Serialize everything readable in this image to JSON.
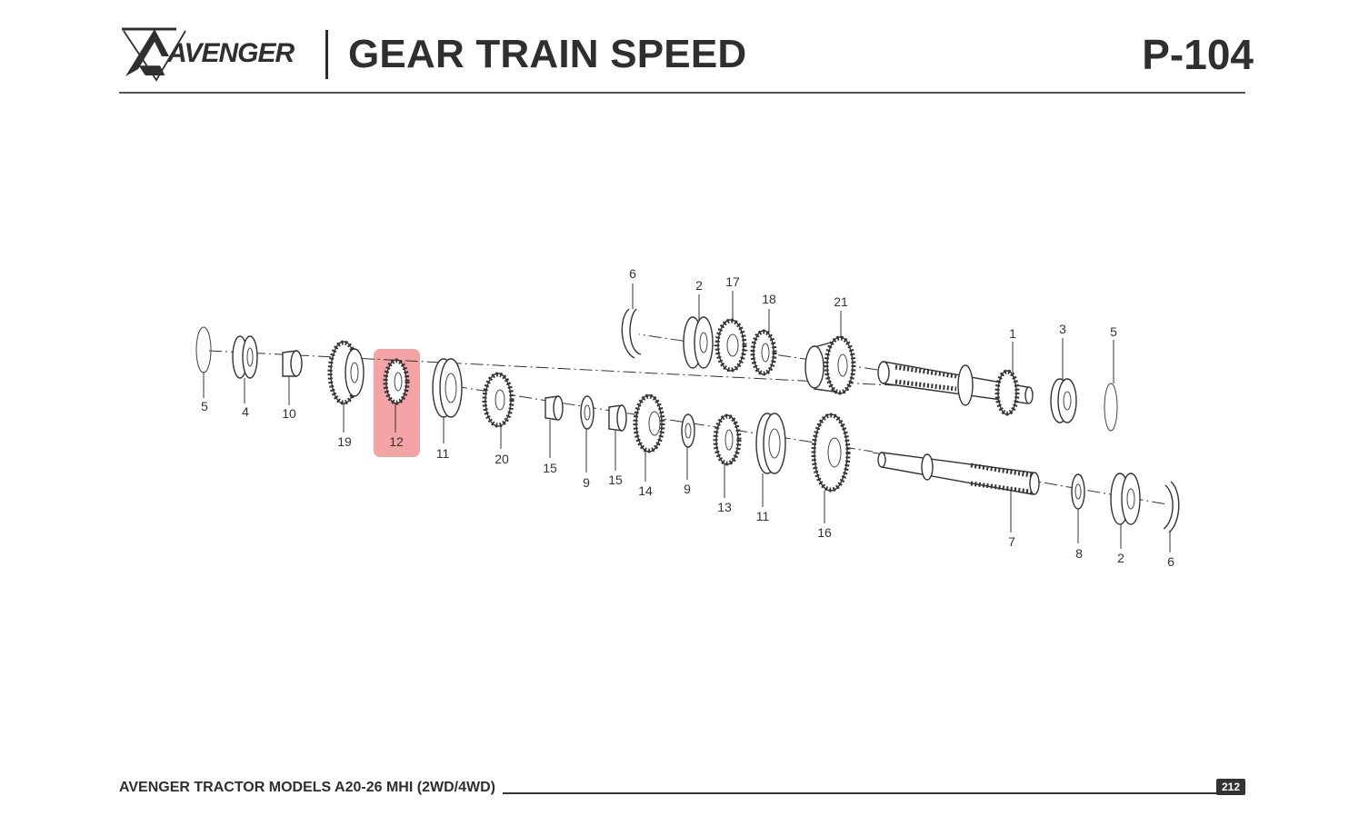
{
  "header": {
    "logo_text": "AVENGER",
    "title": "GEAR TRAIN SPEED",
    "page_code": "P-104"
  },
  "diagram": {
    "highlighted_part": "12",
    "callouts": [
      "6",
      "2",
      "17",
      "18",
      "21",
      "1",
      "3",
      "5",
      "5",
      "4",
      "10",
      "19",
      "12",
      "11",
      "20",
      "15",
      "9",
      "15",
      "14",
      "9",
      "13",
      "11",
      "16",
      "7",
      "8",
      "2",
      "6"
    ]
  },
  "footer": {
    "text": "AVENGER TRACTOR MODELS A20-26 MHI (2WD/4WD)",
    "page_number": "212"
  }
}
